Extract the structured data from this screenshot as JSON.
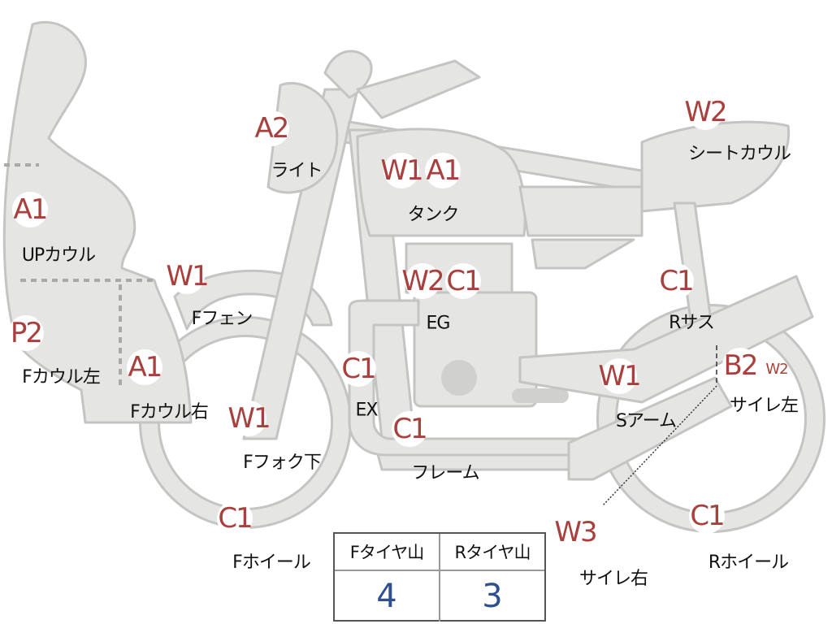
{
  "colors": {
    "badge_text": "#a8403e",
    "part_fill": "#e5e5e3",
    "part_stroke": "#c4c4c2",
    "value_text": "#2f4f8f"
  },
  "parts": [
    {
      "id": "up-cowl",
      "code": "A1",
      "label": "UPカウル"
    },
    {
      "id": "light",
      "code": "A2",
      "label": "ライト"
    },
    {
      "id": "tank",
      "codes": [
        "W1",
        "A1"
      ],
      "label": "タンク"
    },
    {
      "id": "seat-cowl",
      "code": "W2",
      "label": "シートカウル"
    },
    {
      "id": "f-fender",
      "code": "W1",
      "label": "Fフェン"
    },
    {
      "id": "engine",
      "codes": [
        "W2",
        "C1"
      ],
      "label": "EG"
    },
    {
      "id": "r-sus",
      "code": "C1",
      "label": "Rサス"
    },
    {
      "id": "f-cowl-left",
      "code": "P2",
      "label": "Fカウル左"
    },
    {
      "id": "f-cowl-right",
      "code": "A1",
      "label": "Fカウル右"
    },
    {
      "id": "exhaust",
      "code": "C1",
      "label": "EX"
    },
    {
      "id": "s-arm",
      "code": "W1",
      "label": "Sアーム"
    },
    {
      "id": "slider-left",
      "codes": [
        "B2",
        "W2"
      ],
      "label": "サイレ左"
    },
    {
      "id": "f-fork-lower",
      "code": "W1",
      "label": "Fフォク下"
    },
    {
      "id": "frame",
      "code": "C1",
      "label": "フレーム"
    },
    {
      "id": "f-wheel",
      "code": "C1",
      "label": "Fホイール"
    },
    {
      "id": "slider-right",
      "code": "W3",
      "label": "サイレ右"
    },
    {
      "id": "r-wheel",
      "code": "C1",
      "label": "Rホイール"
    }
  ],
  "tread": {
    "front_label": "Fタイヤ山",
    "rear_label": "Rタイヤ山",
    "front_value": "4",
    "rear_value": "3"
  }
}
